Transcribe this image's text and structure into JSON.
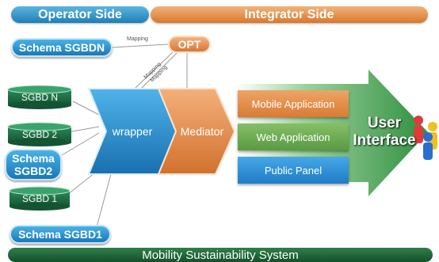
{
  "headers": {
    "operator": "Operator Side",
    "integrator": "Integrator Side"
  },
  "nodes": {
    "schema_sgbdn": "Schema SGBDN",
    "schema_sgbd2": "Schema SGBD2",
    "schema_sgbd1": "Schema SGBD1",
    "opt": "OPT",
    "sgbd_n": "SGBD N",
    "sgbd_2": "SGBD 2",
    "sgbd_1": "SGBD 1",
    "wrapper": "wrapper",
    "mediator": "Mediator"
  },
  "mapping_labels": [
    "Mapping",
    "Mapping",
    "Mapping"
  ],
  "applications": [
    {
      "label": "Mobile Application",
      "color": "#e0893f"
    },
    {
      "label": "Web Application",
      "color": "#6aa94f"
    },
    {
      "label": "Public Panel",
      "color": "#2b8ed4"
    }
  ],
  "user_interface": {
    "line1": "User",
    "line2": "Interface"
  },
  "footer": "Mobility Sustainability System",
  "colors": {
    "operator_blue": "#1f7fb4",
    "integrator_orange": "#d8782e",
    "db_green": "#1f7a4a",
    "arrow_green": "#3a9a4a"
  }
}
